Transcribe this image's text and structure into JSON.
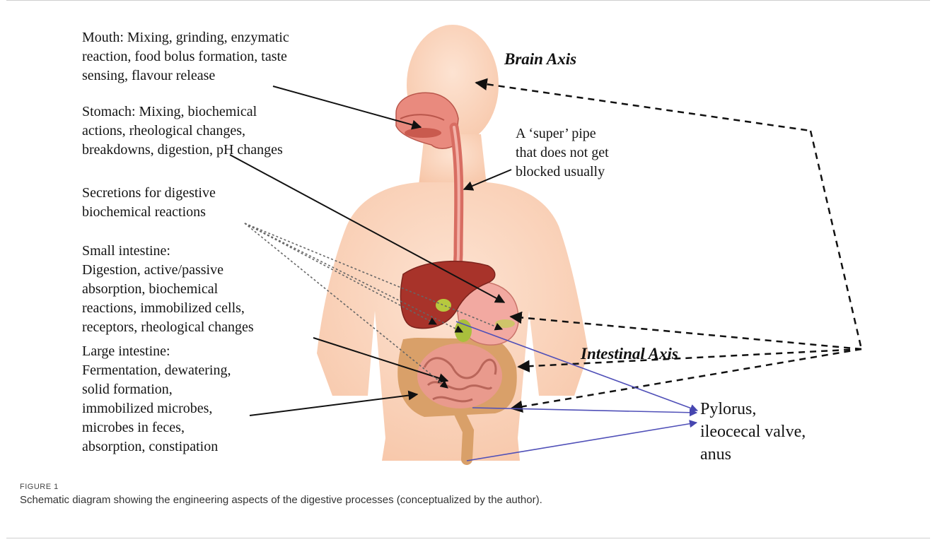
{
  "labels": {
    "mouth": [
      "Mouth: Mixing, grinding, enzymatic",
      "reaction, food bolus formation, taste",
      "sensing, flavour release"
    ],
    "stomach": [
      "Stomach: Mixing, biochemical",
      "actions, rheological changes,",
      "breakdowns, digestion, pH changes"
    ],
    "secretions": [
      "Secretions for digestive",
      "biochemical reactions"
    ],
    "small_intestine": [
      "Small intestine:",
      "Digestion, active/passive",
      "absorption, biochemical",
      "reactions, immobilized cells,",
      "receptors, rheological changes"
    ],
    "large_intestine": [
      "Large intestine:",
      "Fermentation, dewatering,",
      "solid formation,",
      "immobilized microbes,",
      "microbes in feces,",
      "absorption, constipation"
    ],
    "pipe": [
      "A ‘super’ pipe",
      "that does not get",
      "blocked usually"
    ],
    "valves": [
      "Pylorus,",
      "ileocecal valve,",
      "anus"
    ]
  },
  "axes": {
    "brain": "Brain Axis",
    "intestinal": "Intestinal Axis"
  },
  "caption": {
    "label": "FIGURE 1",
    "text": "Schematic diagram showing the engineering aspects of the digestive processes (conceptualized by the author)."
  },
  "colors": {
    "skin": "#fbd3bb",
    "liver": "#a8332a",
    "stomach": "#f2a9a1",
    "esophagus": "#d86d62",
    "small_intestine": "#e99a8d",
    "large_intestine": "#d9a069",
    "gallbladder": "#a9bf3c",
    "valve_arrow": "#5050b8"
  }
}
